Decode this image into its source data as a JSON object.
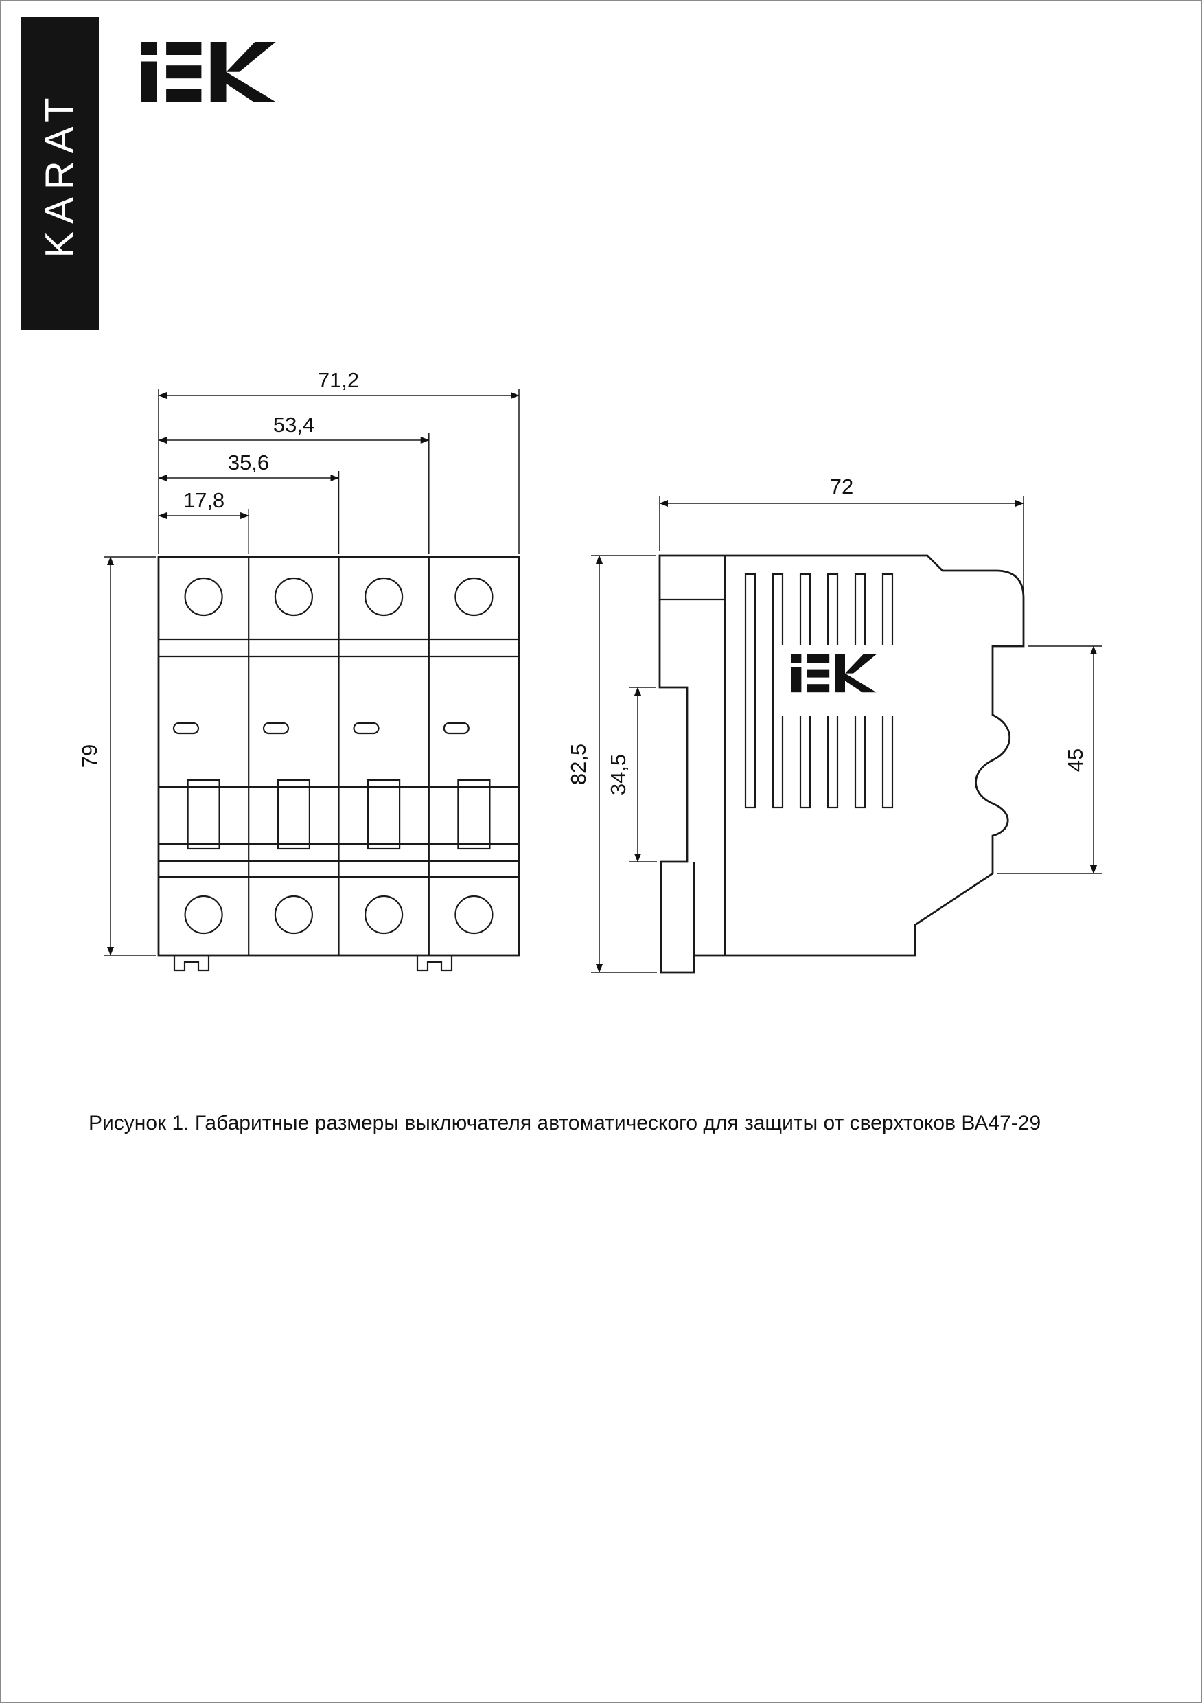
{
  "header": {
    "series_vertical_text": "KARAT",
    "logo_text": "IEK"
  },
  "front_view": {
    "dim_width_total": "71,2",
    "dim_width_three_modules": "53,4",
    "dim_width_two_modules": "35,6",
    "dim_width_one_module": "17,8",
    "dim_height": "79"
  },
  "side_view": {
    "logo_text": "IEK",
    "dim_depth": "72",
    "dim_height_total": "82,5",
    "dim_din_slot": "34,5",
    "dim_front_panel": "45"
  },
  "caption": {
    "text": "Рисунок 1. Габаритные размеры выключателя автоматического для защиты от сверхтоков ВА47-29"
  },
  "colors": {
    "line": "#1a1a1a",
    "background": "#ffffff",
    "brand_block": "#141414"
  }
}
